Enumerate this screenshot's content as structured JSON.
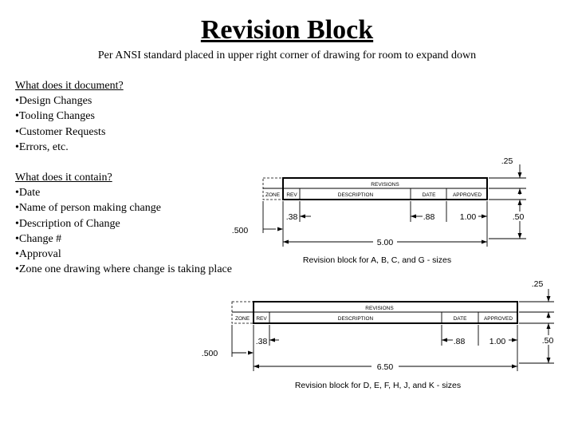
{
  "title": "Revision Block",
  "subtitle": "Per ANSI standard placed in upper right corner of drawing for room to expand down",
  "documents": {
    "heading": "What does it document?",
    "items": [
      "Design Changes",
      "Tooling Changes",
      "Customer Requests",
      "Errors, etc."
    ]
  },
  "contains": {
    "heading": "What does it contain?",
    "items": [
      "Date",
      "Name of person making change",
      "Description of Change",
      "Change #",
      "Approval",
      "Zone one drawing where change is taking place"
    ]
  },
  "bullet": "•",
  "figure1": {
    "header": "REVISIONS",
    "columns": [
      "ZONE",
      "REV",
      "DESCRIPTION",
      "DATE",
      "APPROVED"
    ],
    "dims": {
      "top": ".25",
      "row": ".50",
      "left": ".500",
      "rev": ".38",
      "date": ".88",
      "approved": "1.00",
      "total": "5.00"
    },
    "caption": "Revision block for A, B, C, and G - sizes"
  },
  "figure2": {
    "header": "REVISIONS",
    "columns": [
      "ZONE",
      "REV",
      "DESCRIPTION",
      "DATE",
      "APPROVED"
    ],
    "dims": {
      "top": ".25",
      "row": ".50",
      "left": ".500",
      "rev": ".38",
      "date": ".88",
      "approved": "1.00",
      "total": "6.50"
    },
    "caption": "Revision block for D, E, F, H, J, and K - sizes"
  }
}
